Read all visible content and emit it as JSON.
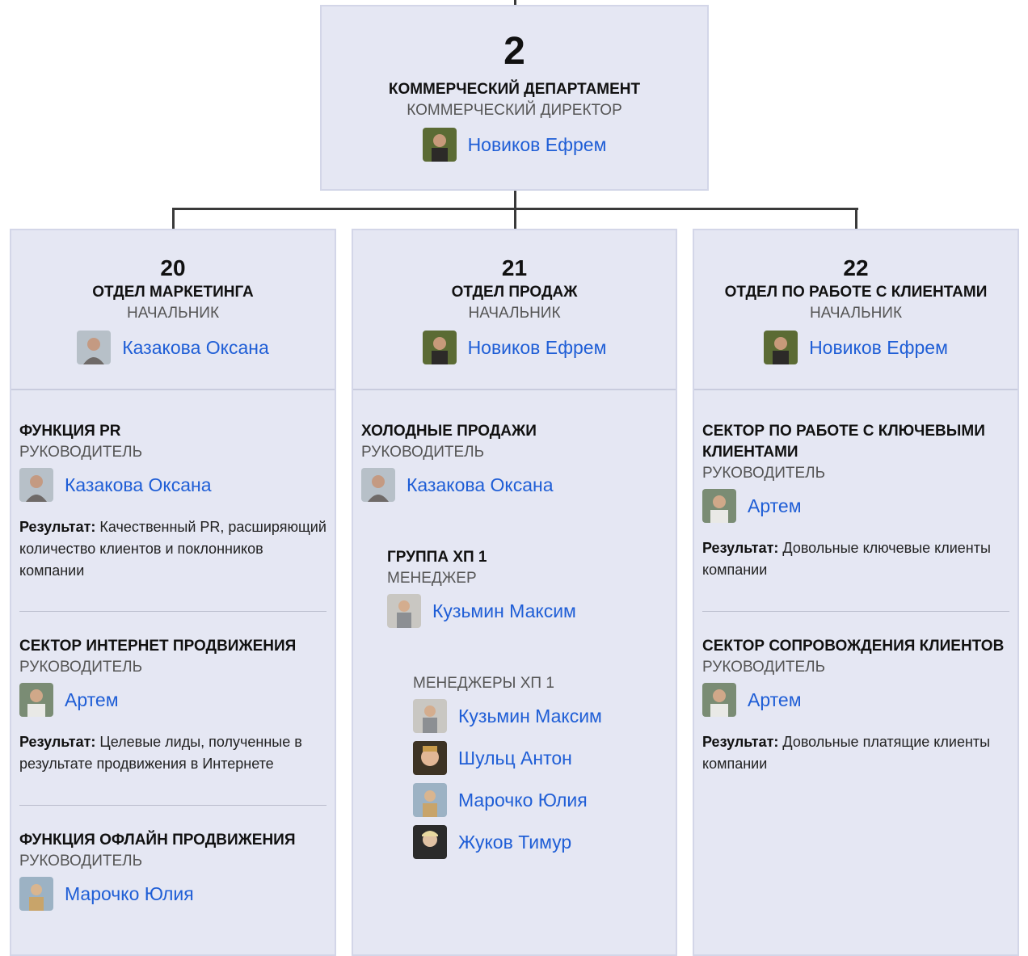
{
  "top": {
    "number": "2",
    "title": "КОММЕРЧЕСКИЙ ДЕПАРТАМЕНТ",
    "role": "КОММЕРЧЕСКИЙ ДИРЕКТОР",
    "person": "Новиков Ефрем"
  },
  "departments": [
    {
      "number": "20",
      "title": "ОТДЕЛ МАРКЕТИНГА",
      "role": "НАЧАЛЬНИК",
      "person": "Казакова Оксана",
      "sections": [
        {
          "title": "ФУНКЦИЯ PR",
          "role": "РУКОВОДИТЕЛЬ",
          "person": "Казакова Оксана",
          "result_label": "Результат:",
          "result_text": "Качественный PR, расширяющий количество клиентов и поклонников компании"
        },
        {
          "title": "СЕКТОР ИНТЕРНЕТ ПРОДВИЖЕНИЯ",
          "role": "РУКОВОДИТЕЛЬ",
          "person": "Артем",
          "result_label": "Результат:",
          "result_text": "Целевые лиды, полученные в результате продвижения в Интернете"
        },
        {
          "title": "ФУНКЦИЯ ОФЛАЙН ПРОДВИЖЕНИЯ",
          "role": "РУКОВОДИТЕЛЬ",
          "person": "Марочко Юлия"
        }
      ]
    },
    {
      "number": "21",
      "title": "ОТДЕЛ ПРОДАЖ",
      "role": "НАЧАЛЬНИК",
      "person": "Новиков Ефрем",
      "sections": [
        {
          "title": "ХОЛОДНЫЕ ПРОДАЖИ",
          "role": "РУКОВОДИТЕЛЬ",
          "person": "Казакова Оксана"
        }
      ],
      "group": {
        "title": "ГРУППА ХП 1",
        "role": "МЕНЕДЖЕР",
        "person": "Кузьмин Максим",
        "managers_title": "МЕНЕДЖЕРЫ ХП 1",
        "managers": [
          "Кузьмин Максим",
          "Шульц Антон",
          "Марочко Юлия",
          "Жуков Тимур"
        ]
      }
    },
    {
      "number": "22",
      "title": "ОТДЕЛ ПО РАБОТЕ С КЛИЕНТАМИ",
      "role": "НАЧАЛЬНИК",
      "person": "Новиков Ефрем",
      "sections": [
        {
          "title": "СЕКТОР ПО РАБОТЕ С КЛЮЧЕВЫМИ КЛИЕНТАМИ",
          "role": "РУКОВОДИТЕЛЬ",
          "person": "Артем",
          "result_label": "Результат:",
          "result_text": "Довольные ключевые клиенты компании"
        },
        {
          "title": "СЕКТОР СОПРОВОЖДЕНИЯ КЛИЕНТОВ",
          "role": "РУКОВОДИТЕЛЬ",
          "person": "Артем",
          "result_label": "Результат:",
          "result_text": "Довольные платящие клиенты компании"
        }
      ]
    }
  ]
}
